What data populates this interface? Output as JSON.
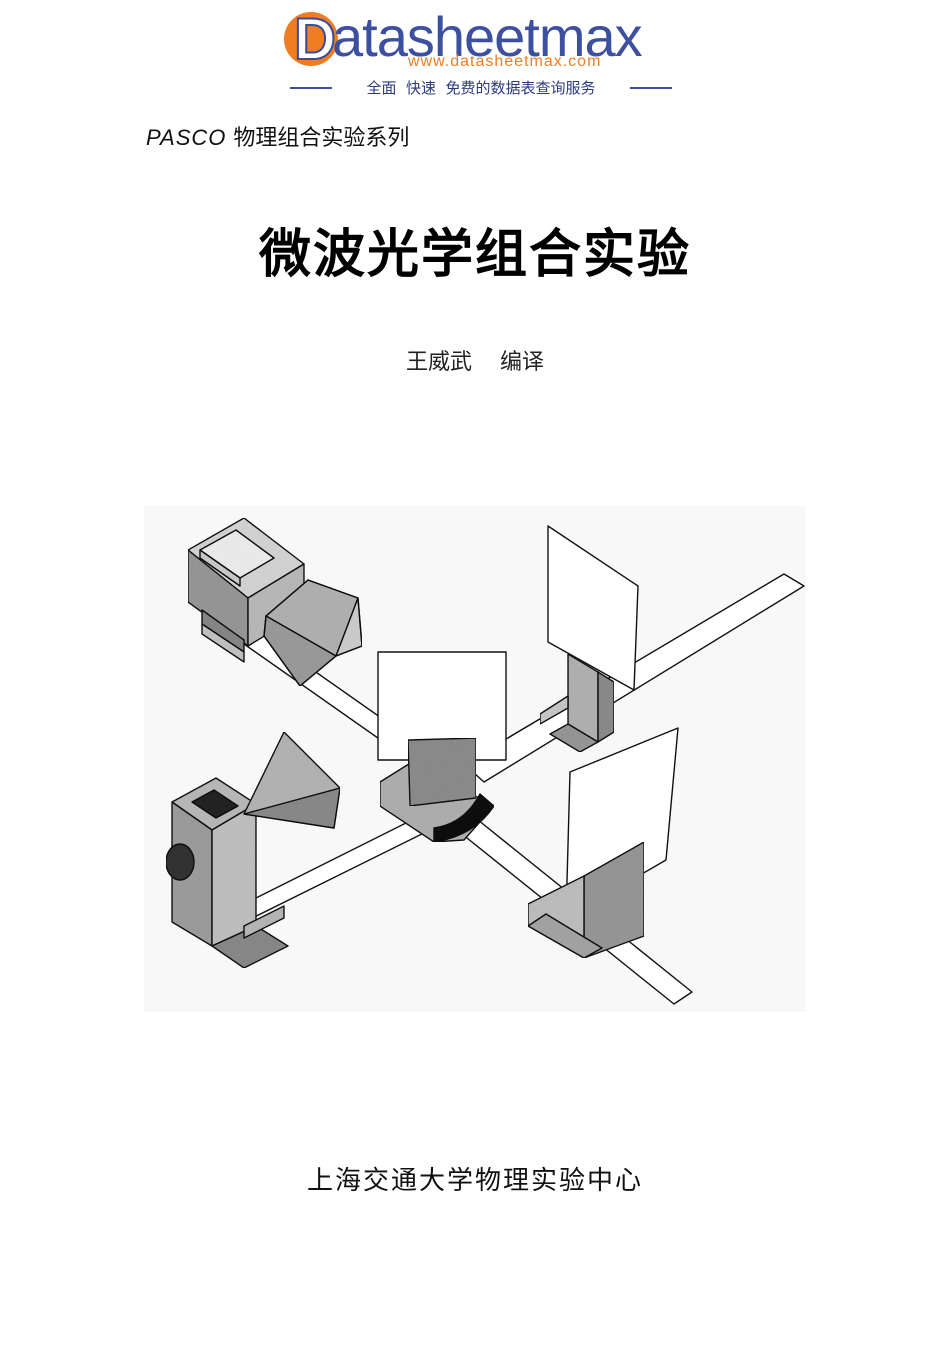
{
  "logo": {
    "brand": "atasheetmax",
    "brand_initial": "D",
    "url": "www.datasheetmax.com",
    "tagline": "全面  快速  免费的数据表查询服务",
    "colors": {
      "orange": "#ef7d22",
      "blue": "#3d4f9f"
    }
  },
  "series": {
    "brand": "PASCO",
    "text": "物理组合实验系列"
  },
  "title": "微波光学组合实验",
  "author": "王威武    编译",
  "publisher": "上海交通大学物理实验中心"
}
